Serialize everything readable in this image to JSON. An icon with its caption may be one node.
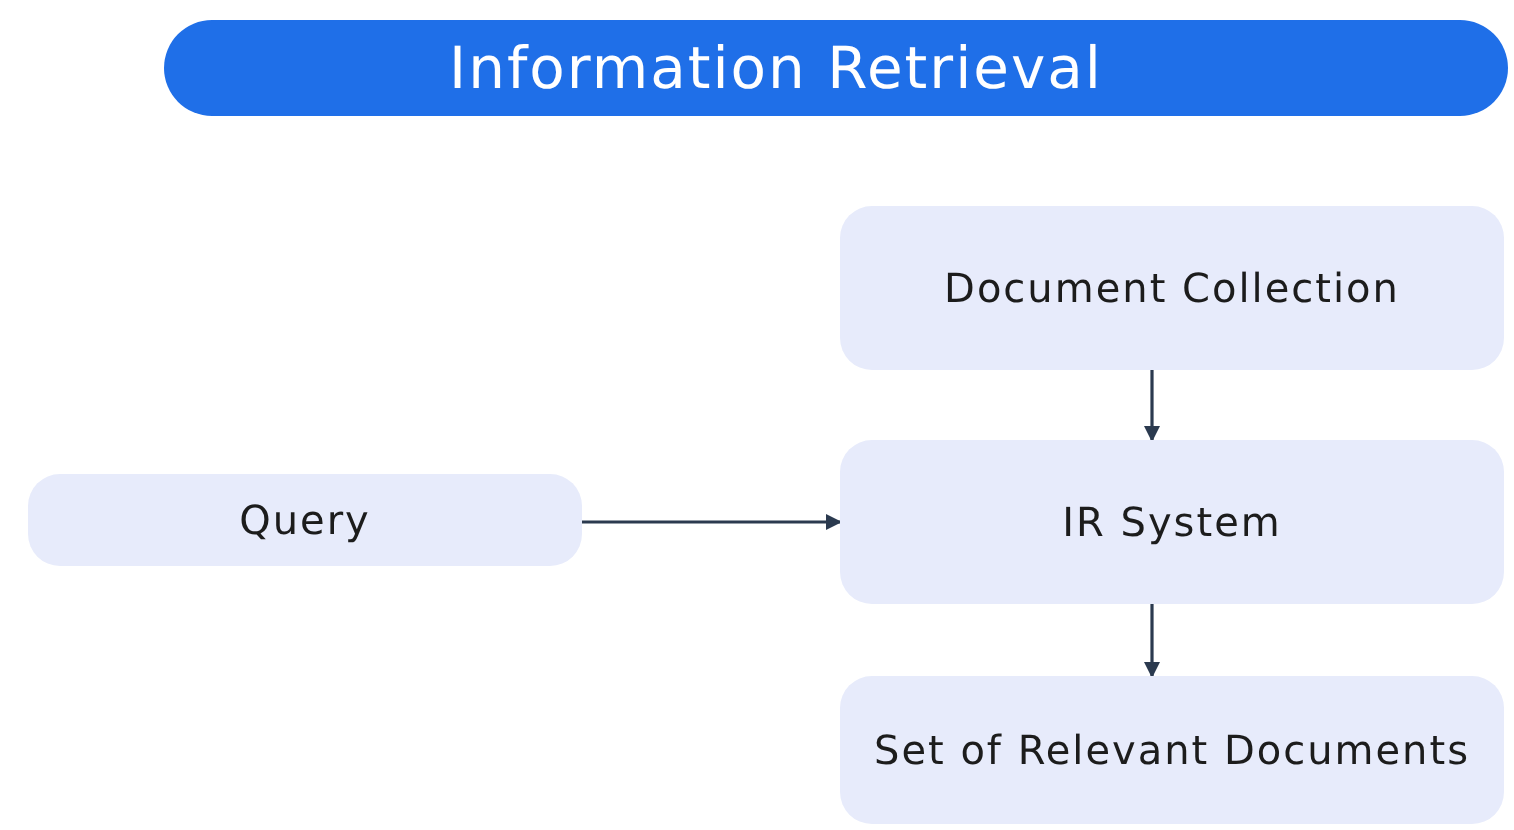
{
  "diagram": {
    "title": "Information Retrieval",
    "nodes": [
      {
        "text": [
          "Document Collection"
        ]
      },
      {
        "text": [
          "Query"
        ]
      },
      {
        "text": [
          "IR System"
        ]
      },
      {
        "text": [
          "Set of Relevant Documents"
        ]
      }
    ],
    "edges": [
      {
        "from": 0,
        "to": 2,
        "arrow": "to"
      },
      {
        "from": 1,
        "to": 2,
        "arrow": "to"
      },
      {
        "from": 2,
        "to": 3,
        "arrow": "to"
      }
    ]
  }
}
